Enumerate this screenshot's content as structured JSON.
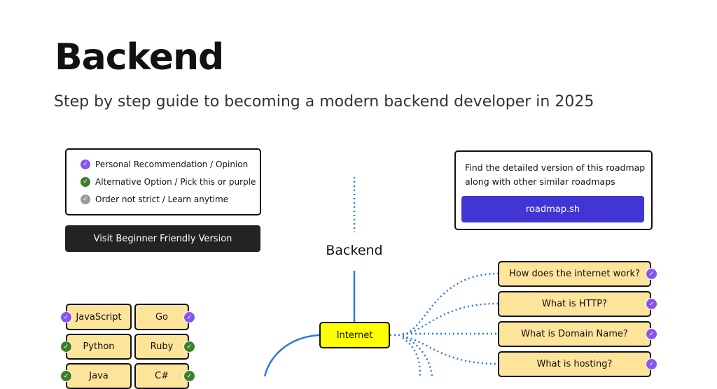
{
  "header": {
    "title": "Backend",
    "subtitle": "Step by step guide to becoming a modern backend developer in 2025"
  },
  "legend": {
    "items": [
      {
        "label": "Personal Recommendation / Opinion",
        "color": "#8654f5"
      },
      {
        "label": "Alternative Option / Pick this or purple",
        "color": "#3f7e2b"
      },
      {
        "label": "Order not strict / Learn anytime",
        "color": "#9a9a9a"
      }
    ]
  },
  "beginner_button": "Visit Beginner Friendly Version",
  "info": {
    "text": "Find the detailed version of this roadmap along with other similar roadmaps",
    "button": "roadmap.sh",
    "button_color": "#4136d4"
  },
  "roadmap": {
    "root": "Backend",
    "internet": "Internet",
    "languages": [
      {
        "label": "JavaScript",
        "status": "purple"
      },
      {
        "label": "Go",
        "status": "purple"
      },
      {
        "label": "Python",
        "status": "green"
      },
      {
        "label": "Ruby",
        "status": "green"
      },
      {
        "label": "Java",
        "status": "green"
      },
      {
        "label": "C#",
        "status": "green"
      }
    ],
    "internet_topics": [
      {
        "label": "How does the internet work?",
        "status": "purple"
      },
      {
        "label": "What is HTTP?",
        "status": "purple"
      },
      {
        "label": "What is Domain Name?",
        "status": "purple"
      },
      {
        "label": "What is hosting?",
        "status": "purple"
      }
    ],
    "colors": {
      "node_fill": "#fde49b",
      "highlight_fill": "#ffff00",
      "connector": "#2b78e4"
    }
  }
}
